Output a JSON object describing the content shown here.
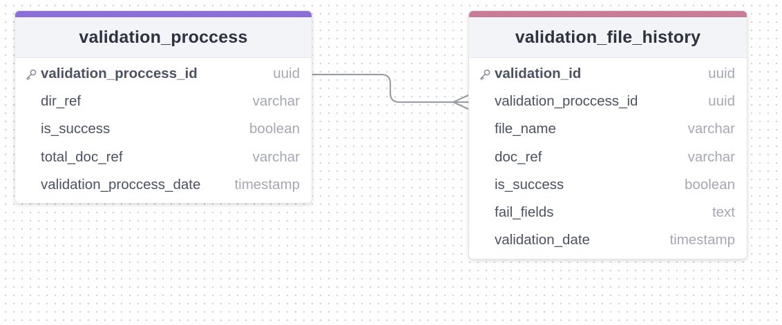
{
  "colors": {
    "accent_left": "#8c6fd6",
    "accent_right": "#c97c98",
    "relation_line": "#9b9ea5"
  },
  "tables": [
    {
      "title": "validation_proccess",
      "columns": [
        {
          "name": "validation_proccess_id",
          "type": "uuid",
          "primary_key": true
        },
        {
          "name": "dir_ref",
          "type": "varchar",
          "primary_key": false
        },
        {
          "name": "is_success",
          "type": "boolean",
          "primary_key": false
        },
        {
          "name": "total_doc_ref",
          "type": "varchar",
          "primary_key": false
        },
        {
          "name": "validation_proccess_date",
          "type": "timestamp",
          "primary_key": false
        }
      ]
    },
    {
      "title": "validation_file_history",
      "columns": [
        {
          "name": "validation_id",
          "type": "uuid",
          "primary_key": true
        },
        {
          "name": "validation_proccess_id",
          "type": "uuid",
          "primary_key": false
        },
        {
          "name": "file_name",
          "type": "varchar",
          "primary_key": false
        },
        {
          "name": "doc_ref",
          "type": "varchar",
          "primary_key": false
        },
        {
          "name": "is_success",
          "type": "boolean",
          "primary_key": false
        },
        {
          "name": "fail_fields",
          "type": "text",
          "primary_key": false
        },
        {
          "name": "validation_date",
          "type": "timestamp",
          "primary_key": false
        }
      ]
    }
  ],
  "relations": [
    {
      "from_table": "validation_proccess",
      "from_column": "validation_proccess_id",
      "to_table": "validation_file_history",
      "to_column": "validation_proccess_id",
      "cardinality": "one-to-many"
    }
  ]
}
